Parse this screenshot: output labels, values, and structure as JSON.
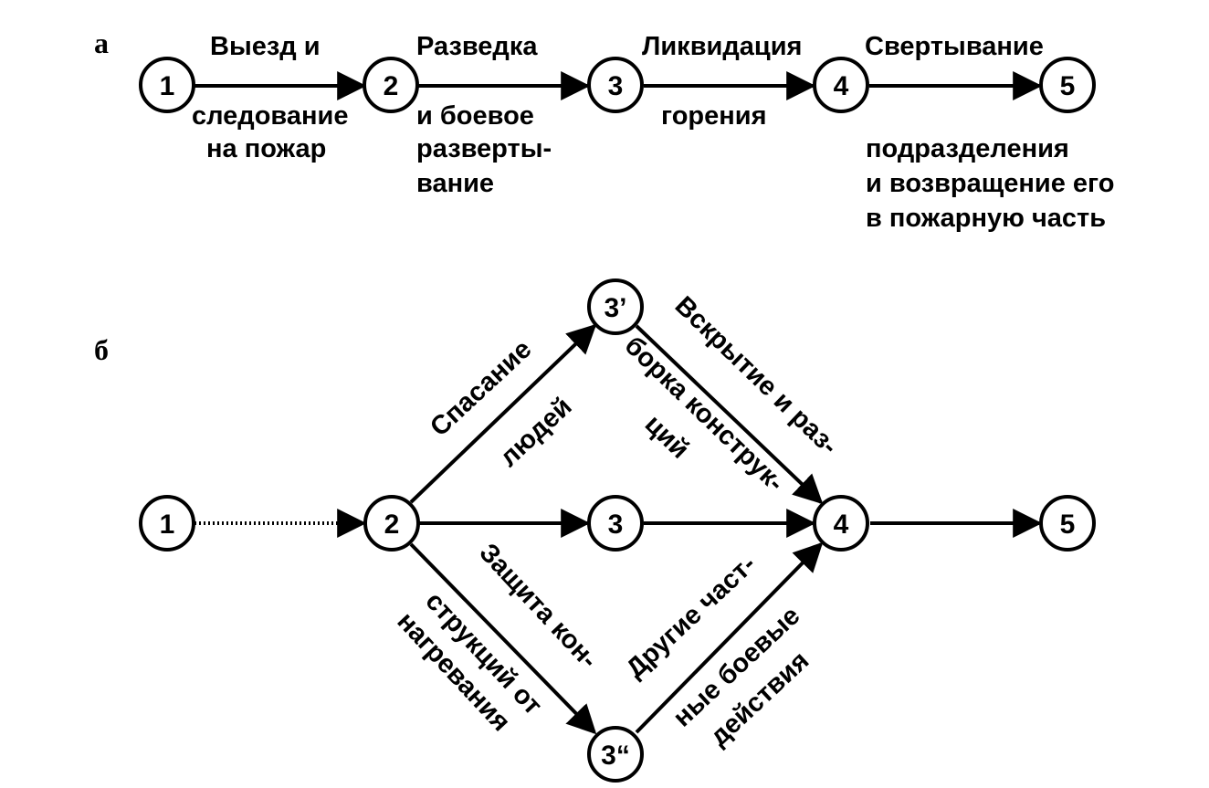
{
  "part_a": {
    "letter": "а",
    "nodes": [
      "1",
      "2",
      "3",
      "4",
      "5"
    ],
    "edges": [
      {
        "top": "Выезд и",
        "bottom": [
          "следование",
          "на пожар"
        ]
      },
      {
        "top": "Разведка",
        "bottom": [
          "и боевое",
          "разверты-",
          "вание"
        ]
      },
      {
        "top": "Ликвидация",
        "bottom": [
          "горения"
        ]
      },
      {
        "top": "Свертывание",
        "bottom": [
          "подразделения",
          "и возвращение его",
          "в пожарную часть"
        ]
      }
    ]
  },
  "part_b": {
    "letter": "б",
    "nodes": {
      "n1": "1",
      "n2": "2",
      "n3": "3",
      "n3p": "3’",
      "n3pp": "3“",
      "n4": "4",
      "n5": "5"
    },
    "labels": {
      "rescue": [
        "Спасание",
        "людей"
      ],
      "opening": [
        "Вскрытие и раз-",
        "борка конструк-",
        "ций"
      ],
      "protection": [
        "Защита кон-",
        "струкций от",
        "нагревания"
      ],
      "other": [
        "Другие част-",
        "ные боевые",
        "действия"
      ]
    }
  }
}
